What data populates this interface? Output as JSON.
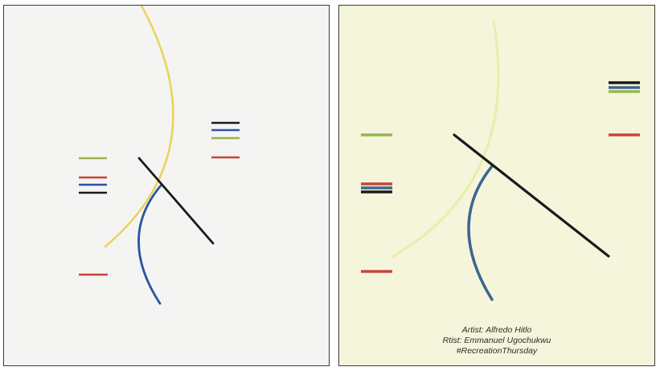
{
  "colors": {
    "original_background": "#f4f4f3",
    "recreation_background": "#f5f5dc",
    "yellow": "#ecd25a",
    "pale_yellow": "#ecebac",
    "blue": "#2a55a0",
    "steel_blue": "#3d6690",
    "black": "#1a1a1a",
    "green": "#9ab34c",
    "red": "#c8443a"
  },
  "recreation": {
    "caption_artist": "Artist: Alfredo Hitlo",
    "caption_rtist": "Rtist: Emmanuel Ugochukwu",
    "caption_hashtag": "#RecreationThursday"
  }
}
